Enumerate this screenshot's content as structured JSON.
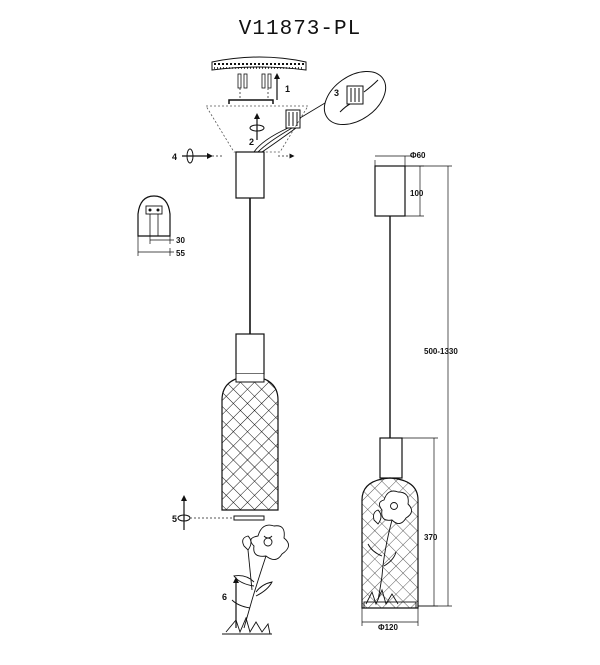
{
  "title": "V11873-PL",
  "steps": [
    "1",
    "2",
    "3",
    "4",
    "5",
    "6"
  ],
  "dimensions": {
    "canopy_diameter": "Φ60",
    "canopy_height": "100",
    "cable_length": "500-1330",
    "shade_height": "370",
    "shade_diameter": "Φ120",
    "bracket_depth": "30",
    "bracket_width": "55"
  },
  "colors": {
    "line": "#111111",
    "dash": "#555555"
  }
}
